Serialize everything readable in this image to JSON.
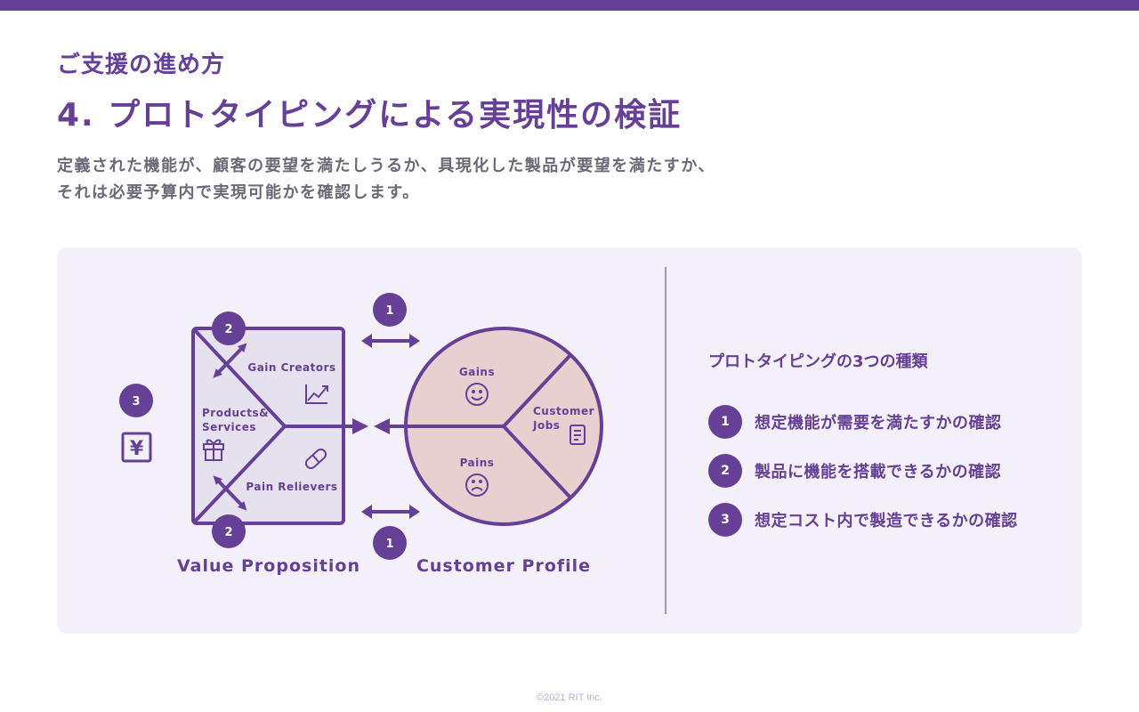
{
  "header": {
    "section_label": "ご支援の進め方",
    "title": "4. プロトタイピングによる実現性の検証",
    "description_lines": [
      "定義された機能が、顧客の要望を満たしうるか、具現化した製品が要望を満たすか、",
      "それは必要予算内で実現可能かを確認します。"
    ]
  },
  "diagram": {
    "value_proposition": {
      "label": "Value Proposition",
      "sections": {
        "gain_creators": "Gain Creators",
        "products_services_line1": "Products&",
        "products_services_line2": "Services",
        "pain_relievers": "Pain Relievers"
      },
      "icons": [
        "chart-trend-icon",
        "gift-icon",
        "pill-icon"
      ]
    },
    "customer_profile": {
      "label": "Customer Profile",
      "sections": {
        "gains": "Gains",
        "customer_jobs_line1": "Customer",
        "customer_jobs_line2": "Jobs",
        "pains": "Pains"
      },
      "icons": [
        "smile-icon",
        "document-icon",
        "frown-icon"
      ]
    },
    "badges": {
      "fit_top": "1",
      "fit_bottom": "1",
      "product_top": "2",
      "product_bottom": "2",
      "cost": "3"
    },
    "cost_icon_glyph": "¥"
  },
  "types_panel": {
    "title": "プロトタイピングの3つの種類",
    "items": [
      {
        "number": "1",
        "label": "想定機能が需要を満たすかの確認"
      },
      {
        "number": "2",
        "label": "製品に機能を搭載できるかの確認"
      },
      {
        "number": "3",
        "label": "想定コスト内で製造できるかの確認"
      }
    ]
  },
  "footer": {
    "copyright": "©2021 RIT Inc."
  },
  "colors": {
    "accent": "#663f96",
    "panel_bg": "#f3f0f9",
    "square_fill": "#e6e1ee",
    "circle_fill": "#e8d0d0",
    "body_text": "#6d6877"
  }
}
